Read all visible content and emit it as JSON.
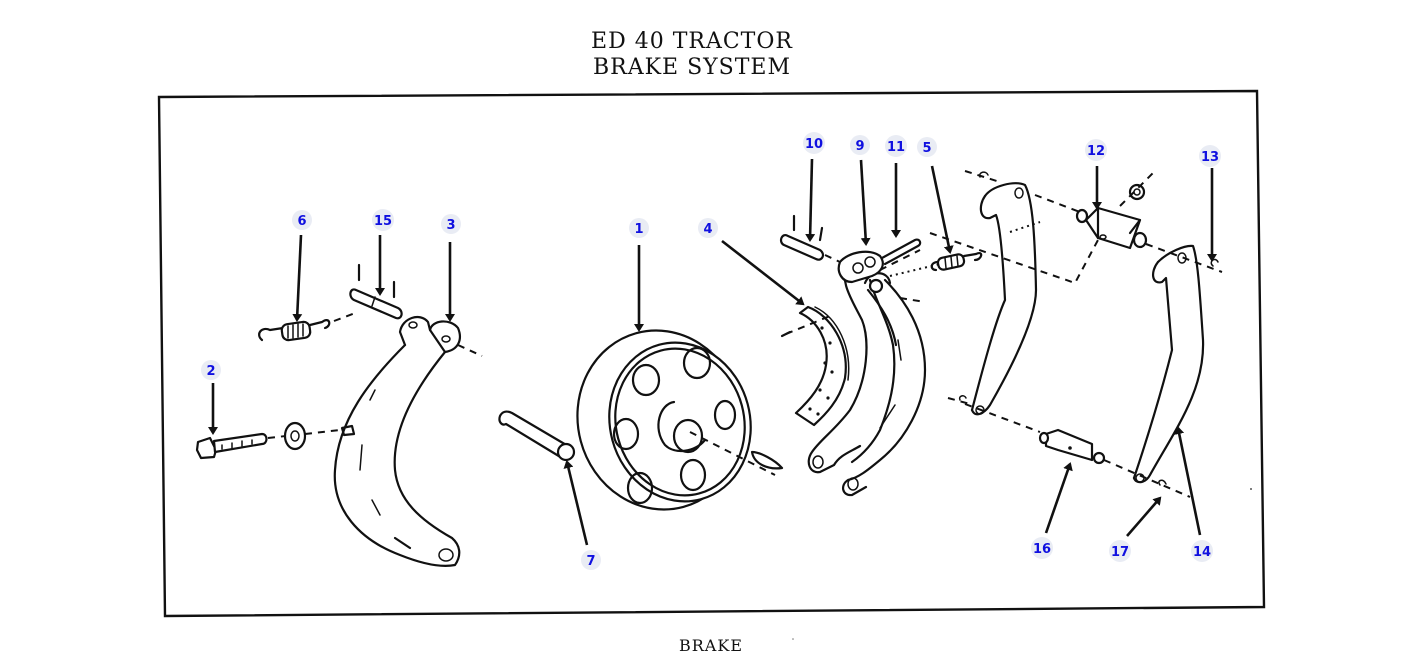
{
  "header": {
    "title_line_1": "ED 40 TRACTOR",
    "title_line_2": "BRAKE SYSTEM"
  },
  "caption": "BRAKE",
  "colors": {
    "callout_text": "#1010e0",
    "callout_background": "#e9ecf4",
    "line_art": "#111111"
  },
  "callouts": [
    {
      "id": "1",
      "part": "brake-drum"
    },
    {
      "id": "2",
      "part": "adjusting-bolt"
    },
    {
      "id": "3",
      "part": "brake-shoe-left"
    },
    {
      "id": "4",
      "part": "brake-lining"
    },
    {
      "id": "5",
      "part": "spring"
    },
    {
      "id": "6",
      "part": "return-spring"
    },
    {
      "id": "7",
      "part": "drum-shaft-pin"
    },
    {
      "id": "9",
      "part": "link-clevis"
    },
    {
      "id": "10",
      "part": "pin"
    },
    {
      "id": "11",
      "part": "clevis-pin"
    },
    {
      "id": "12",
      "part": "pivot-block"
    },
    {
      "id": "13",
      "part": "clip"
    },
    {
      "id": "14",
      "part": "brake-pedal-lever"
    },
    {
      "id": "15",
      "part": "shoe-pin"
    },
    {
      "id": "16",
      "part": "pivot-shaft"
    },
    {
      "id": "17",
      "part": "clip"
    }
  ]
}
